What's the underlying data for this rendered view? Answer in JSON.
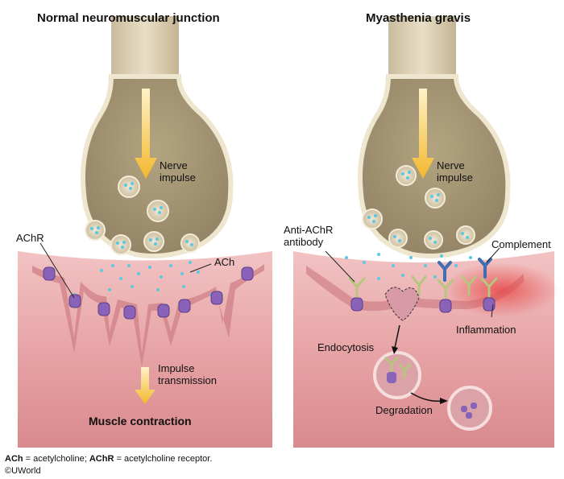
{
  "titles": {
    "normal": "Normal neuromuscular junction",
    "mg": "Myasthenia gravis"
  },
  "labels": {
    "nerve_impulse_normal": [
      "Nerve",
      "impulse"
    ],
    "nerve_impulse_mg": [
      "Nerve",
      "impulse"
    ],
    "achr": "AChR",
    "ach": "ACh",
    "impulse_transmission": [
      "Impulse",
      "transmission"
    ],
    "muscle_contraction": "Muscle contraction",
    "anti_achr_antibody": [
      "Anti-AChR",
      "antibody"
    ],
    "complement": "Complement",
    "inflammation": "Inflammation",
    "endocytosis": "Endocytosis",
    "degradation": "Degradation"
  },
  "footnote": {
    "ach_abbr": "ACh",
    "ach_def": " = acetylcholine; ",
    "achr_abbr": "AChR",
    "achr_def": " = acetylcholine receptor.",
    "copyright": "©UWorld"
  },
  "colors": {
    "axon": "#d8cbb0",
    "terminal_fill": "#b8a98a",
    "muscle": "#e8a9a9",
    "receptor": "#8a63b8",
    "antibody": "#c8d49a",
    "complement": "#3f6fb0",
    "arrow": "#f2c23c",
    "inflammation": "#e04848",
    "vesicle_dot": "#5ec8e0"
  }
}
